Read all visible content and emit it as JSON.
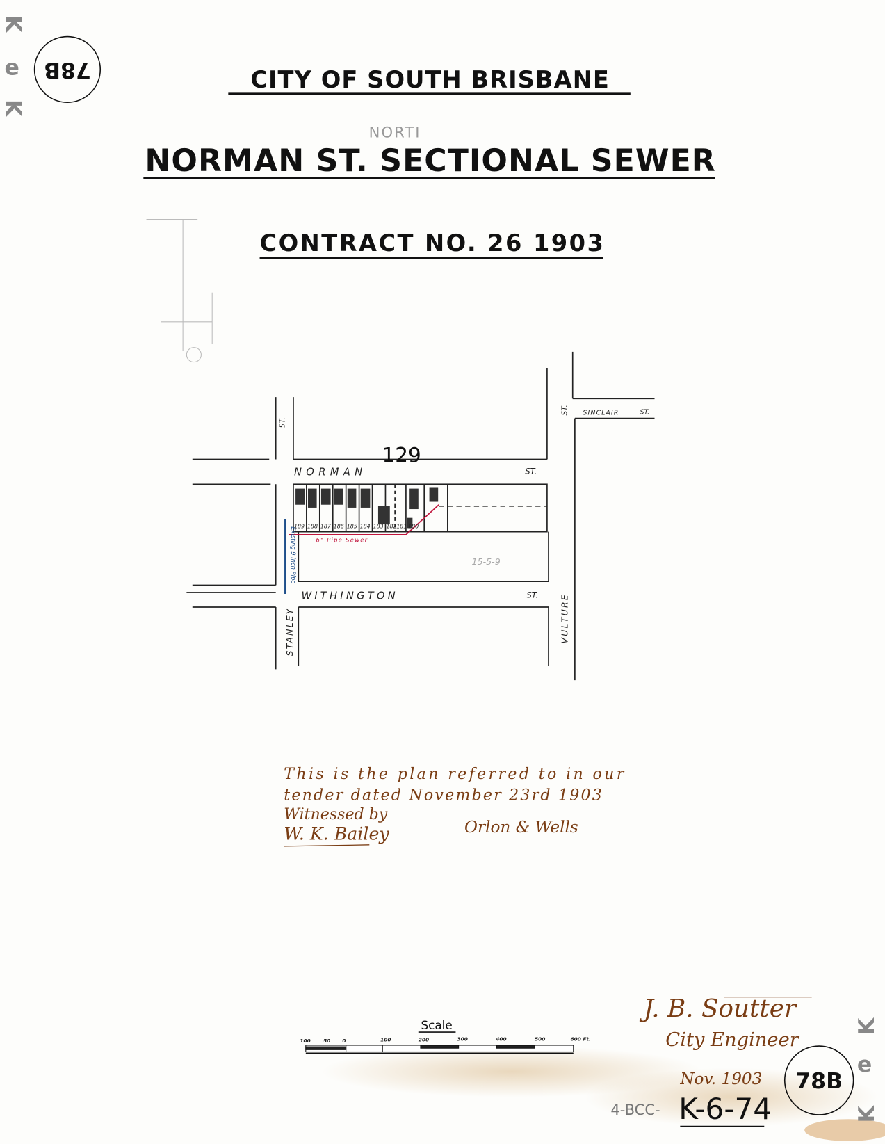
{
  "document": {
    "ref_circle_top": "78B",
    "city": "CITY OF SOUTH BRISBANE",
    "pencil_note": "NORTI",
    "title": "NORMAN ST. SECTIONAL SEWER",
    "contract": "CONTRACT NO. 26 1903"
  },
  "map": {
    "section_number": "129",
    "streets": {
      "norman": "NORMAN",
      "norman_suffix": "ST.",
      "withington": "WITHINGTON",
      "withington_suffix": "ST.",
      "stanley": "STANLEY",
      "stanley_suffix": "ST.",
      "vulture": "VULTURE",
      "vulture_suffix": "ST.",
      "sinclair": "SINCLAIR",
      "sinclair_suffix": "ST."
    },
    "lots": [
      "189",
      "188",
      "187",
      "186",
      "185",
      "184",
      "183",
      "182",
      "181",
      "180"
    ],
    "sewer_label": "6\" Pipe Sewer",
    "existing_sewer_label": "Existing 9 inch Pipe",
    "pencil_level": "15-5-9",
    "colors": {
      "sewer": "#c0143c",
      "existing_sewer": "#1f4f8a",
      "ink": "#7a3d14"
    }
  },
  "endorsement": {
    "line1": "This is the plan referred to in our",
    "line2": "tender dated November 23rd 1903",
    "line3": "Witnessed by",
    "witness": "W. K. Bailey",
    "signatory": "Orlon & Wells"
  },
  "scale": {
    "title": "Scale",
    "ticks": [
      "100",
      "50",
      "0",
      "100",
      "200",
      "300",
      "400",
      "500",
      "600 Ft."
    ]
  },
  "engineer": {
    "signature": "J. B. Soutter",
    "role": "City Engineer",
    "date": "Nov. 1903"
  },
  "archive": {
    "pencil_prefix": "4-BCC-",
    "number": "K-6-74",
    "ref_circle_bottom": "78B"
  }
}
